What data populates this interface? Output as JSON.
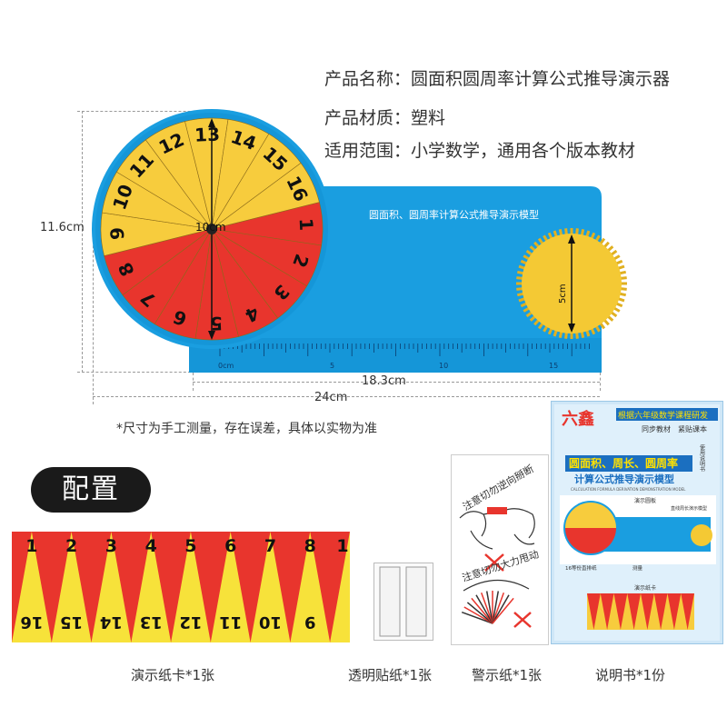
{
  "specs": [
    {
      "label": "产品名称：",
      "value": "圆面积圆周率计算公式推导演示器"
    },
    {
      "label": "产品材质：",
      "value": "塑料"
    },
    {
      "label": "适用范围：",
      "value": "小学数学，通用各个版本教材"
    }
  ],
  "product": {
    "board_title": "圆面积、圆周率计算公式推导演示模型",
    "disc_numbers": [
      "1",
      "2",
      "3",
      "4",
      "5",
      "6",
      "7",
      "8",
      "9",
      "10",
      "11",
      "12",
      "13",
      "14",
      "15",
      "16"
    ],
    "disc_diameter_label": "10cm",
    "small_disc_label": "5cm",
    "ruler_labels": [
      "0cm",
      "5",
      "10",
      "15"
    ],
    "colors": {
      "board": "#1a9ee0",
      "board_dark": "#0f86c6",
      "yellow": "#f7cc3d",
      "red": "#e8352d",
      "small_disc": "#f4c934"
    }
  },
  "dimensions": {
    "height": "11.6cm",
    "board_length": "18.3cm",
    "total_length": "24cm"
  },
  "disclaimer": "*尺寸为手工测量，存在误差，具体以实物为准",
  "config_heading": "配置",
  "card": {
    "top_numbers": [
      "1",
      "2",
      "3",
      "4",
      "5",
      "6",
      "7",
      "8",
      "1"
    ],
    "bottom_numbers": [
      "16",
      "15",
      "14",
      "13",
      "12",
      "11",
      "10",
      "9"
    ],
    "colors": {
      "red": "#e8352d",
      "yellow": "#f7e23a"
    }
  },
  "warning": {
    "text1": "注意切勿逆向掰断",
    "text2": "注意切勿大力甩动"
  },
  "booklet": {
    "brand": "六鑫",
    "top_line": "根据六年级数学课程研发",
    "sub1": "同步教材",
    "sub2": "紧贴课本",
    "side_note": "使用说明书",
    "title": "圆面积、周长、圆周率",
    "subtitle": "计算公式推导演示模型",
    "en_line": "CALCULATION FORMULA DERIVATION DEMONSTRATION MODEL",
    "label_disc": "演示圆板",
    "label_ruler": "直线周长演示模型",
    "label_card": "16等份直排纸",
    "label_scale": "测量",
    "label_card_title": "演示纸卡"
  },
  "captions": {
    "card": "演示纸卡*1张",
    "sticker": "透明贴纸*1张",
    "warning": "警示纸*1张",
    "booklet": "说明书*1份"
  }
}
